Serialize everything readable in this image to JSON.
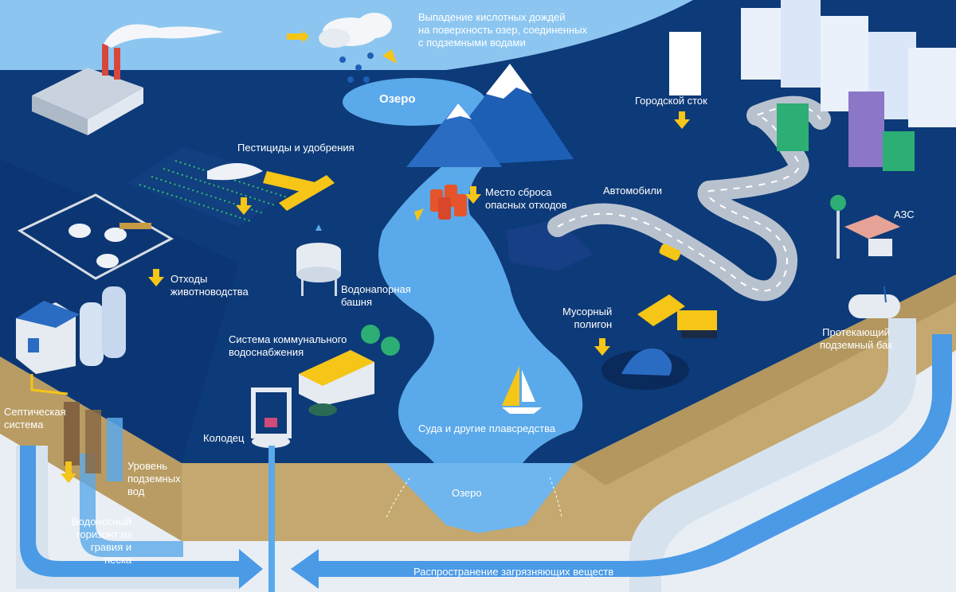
{
  "colors": {
    "sky": "#8cc6f0",
    "plateau": "#0d3a78",
    "soil": "#b99c63",
    "water": "#5aa9ea",
    "flow": "#4a9ae6",
    "accent": "#f5c518"
  },
  "labels": {
    "acid_rain": "Выпадение кислотных дождей\nна поверхность озер, соединенных\nс подземными водами",
    "lake_top": "Озеро",
    "pesticides": "Пестициды и удобрения",
    "hazardous": "Место сброса\nопасных отходов",
    "city_runoff": "Городской сток",
    "cars": "Автомобили",
    "gas_station": "АЗС",
    "livestock": "Отходы\nживотноводства",
    "water_tower": "Водонапорная\nбашня",
    "municipal": "Система коммунального\nводоснабжения",
    "landfill": "Мусорный\nполигон",
    "leaking_tank": "Протекающий\nподземный бак",
    "septic": "Септическая\nсистема",
    "well": "Колодец",
    "groundwater": "Уровень\nподземных\nвод",
    "boats": "Суда и другие плавсредства",
    "lake_bottom": "Озеро",
    "aquifer": "Водоносный\nгоризонт из\nгравия и\nпеска",
    "spread": "Распространение загрязняющих веществ"
  }
}
